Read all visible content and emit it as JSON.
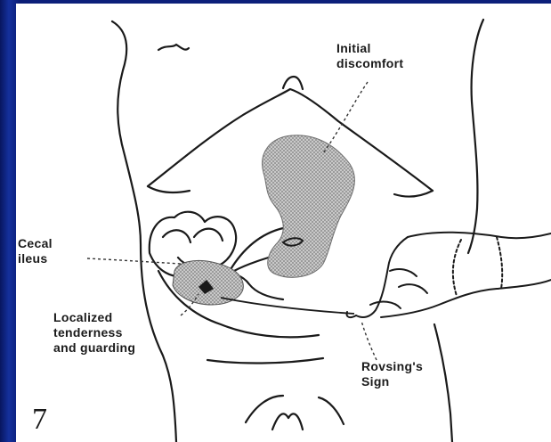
{
  "figure": {
    "number": "7",
    "labels": {
      "initial_discomfort": "Initial\ndiscomfort",
      "cecal_ileus": "Cecal\nileus",
      "localized_tenderness": "Localized\ntenderness\nand guarding",
      "rovsings_sign": "Rovsing's\nSign"
    }
  },
  "colors": {
    "slide_background": "#0c1f7a",
    "panel": "#ffffff",
    "ink": "#1a1a1a",
    "discomfort_shading": "#9a9a9a",
    "tenderness_shading": "#8d8d8d"
  }
}
